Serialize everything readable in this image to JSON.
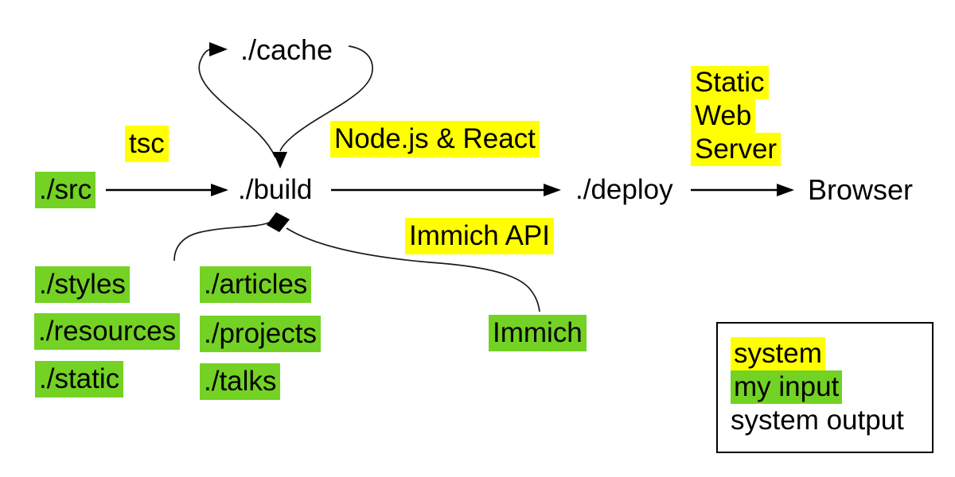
{
  "diagram": {
    "colors": {
      "system_highlight": "#ffff00",
      "my_input_highlight": "#73d223",
      "text": "#000000",
      "background": "#ffffff"
    },
    "nodes": {
      "src": "./src",
      "cache": "./cache",
      "build": "./build",
      "deploy": "./deploy",
      "browser": "Browser",
      "styles": "./styles",
      "resources": "./resources",
      "static": "./static",
      "articles": "./articles",
      "projects": "./projects",
      "talks": "./talks",
      "immich": "Immich"
    },
    "edge_labels": {
      "tsc": "tsc",
      "node_react": "Node.js & React",
      "immich_api": "Immich API",
      "static_web_server": [
        "Static",
        "Web",
        "Server"
      ]
    },
    "edges": [
      {
        "from": "./src",
        "to": "./build",
        "label": "tsc"
      },
      {
        "from": "./build",
        "to": "./cache"
      },
      {
        "from": "./cache",
        "to": "./build"
      },
      {
        "from": "./build",
        "to": "./deploy",
        "label": "Node.js & React"
      },
      {
        "from": "./deploy",
        "to": "Browser",
        "label": "Static Web Server"
      },
      {
        "from": "./styles, ./resources, ./static, ./articles, ./projects, ./talks",
        "to": "./build",
        "terminator": "diamond"
      },
      {
        "from": "Immich",
        "to": "./build",
        "label": "Immich API",
        "terminator": "diamond"
      }
    ],
    "legend": {
      "system": "system",
      "my_input": "my input",
      "system_output": "system output"
    }
  }
}
